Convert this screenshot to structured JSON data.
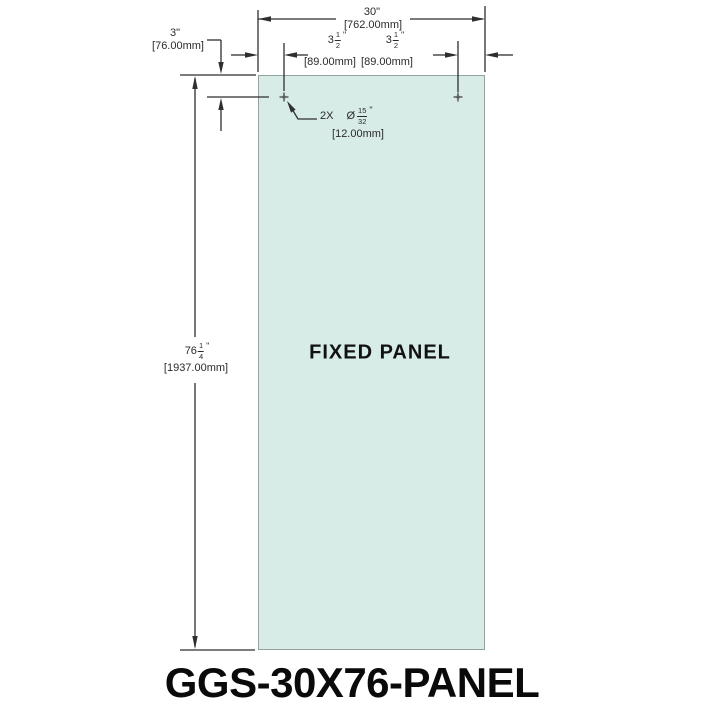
{
  "drawing": {
    "title": "GGS-30X76-PANEL",
    "panel_label": "FIXED PANEL",
    "colors": {
      "panel_fill": "#d7ebe7",
      "panel_border": "#95a3a0",
      "line": "#2f2f2f",
      "hole_marker": "#5a5a5a",
      "text": "#2b2b2b"
    },
    "dims": {
      "overall_width": {
        "inches": "30\"",
        "mm": "[762.00mm]"
      },
      "overall_height": {
        "whole": "76",
        "num": "1",
        "den": "4",
        "unit": "\"",
        "mm": "[1937.00mm]"
      },
      "hole_top_offset": {
        "inches": "3\"",
        "mm": "[76.00mm]"
      },
      "left_hole_offset": {
        "whole": "3",
        "num": "1",
        "den": "2",
        "unit": "\"",
        "mm": "[89.00mm]"
      },
      "right_hole_offset": {
        "whole": "3",
        "num": "1",
        "den": "2",
        "unit": "\"",
        "mm": "[89.00mm]"
      },
      "hole_callout": {
        "qty": "2X",
        "diameter_symbol": "Ø",
        "num": "15",
        "den": "32",
        "unit": "\"",
        "mm": "[12.00mm]"
      }
    }
  }
}
